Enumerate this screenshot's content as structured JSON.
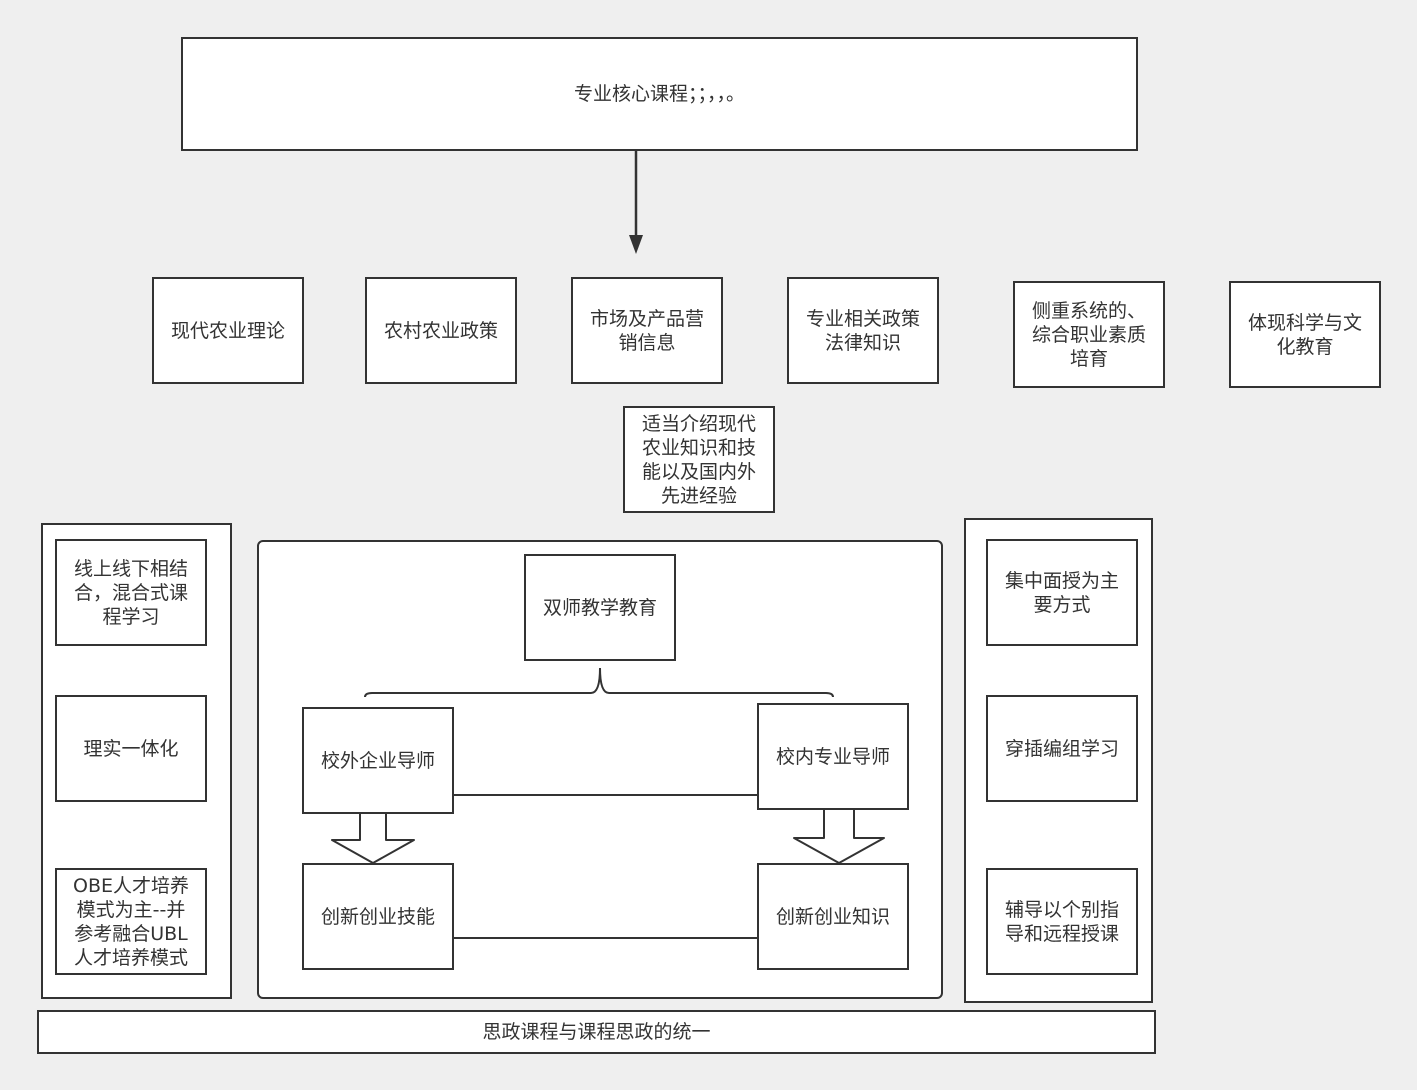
{
  "top_box": "专业核心课程；；，，。",
  "categories": [
    "现代农业理论",
    "农村农业政策",
    "市场及产品营销信息",
    "专业相关政策法律知识",
    "侧重系统的、综合职业素质培育",
    "体现科学与文化教育"
  ],
  "intro_box": "适当介绍现代农业知识和技能以及国内外先进经验",
  "left_column": [
    "线上线下相结合，混合式课程学习",
    "理实一体化",
    "OBE人才培养模式为主--并参考融合UBL人才培养模式"
  ],
  "center": {
    "dual_teacher": "双师教学教育",
    "external_mentor": "校外企业导师",
    "internal_mentor": "校内专业导师",
    "innovation_skills": "创新创业技能",
    "innovation_knowledge": "创新创业知识"
  },
  "right_column": [
    "集中面授为主要方式",
    "穿插编组学习",
    "辅导以个别指导和远程授课"
  ],
  "bottom_bar": "思政课程与课程思政的统一"
}
